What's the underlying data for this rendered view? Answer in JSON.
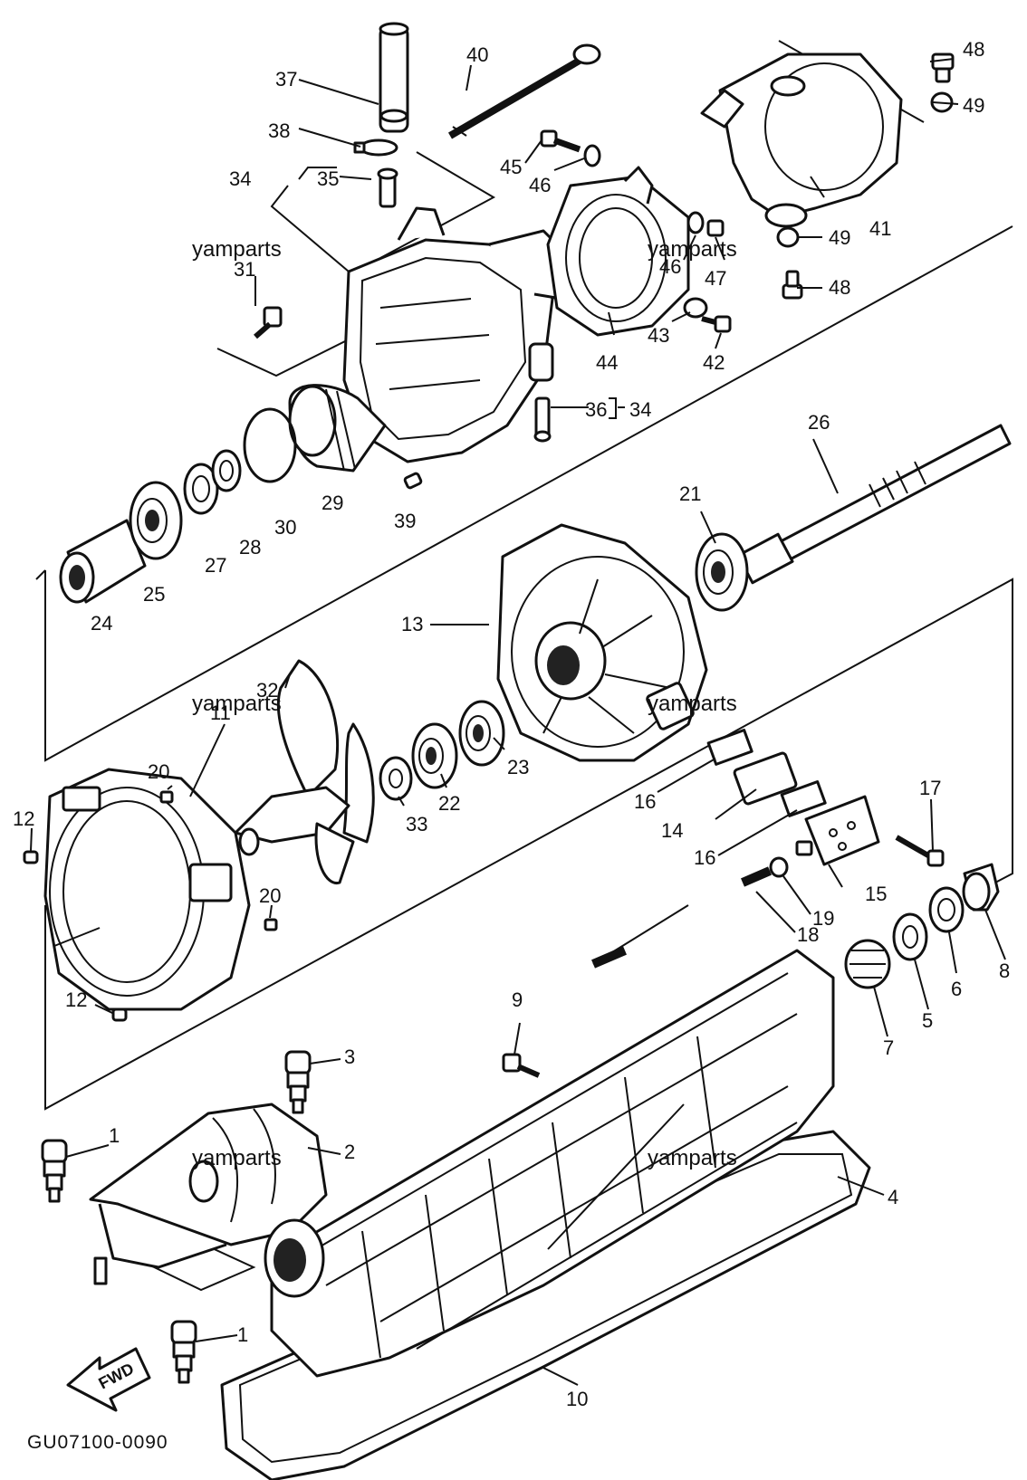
{
  "callouts": {
    "c1a": "1",
    "c1b": "1",
    "c2": "2",
    "c3": "3",
    "c4": "4",
    "c5": "5",
    "c6": "6",
    "c7": "7",
    "c8": "8",
    "c9": "9",
    "c10": "10",
    "c11": "11",
    "c12a": "12",
    "c12b": "12",
    "c13": "13",
    "c14": "14",
    "c15": "15",
    "c16a": "16",
    "c16b": "16",
    "c17": "17",
    "c18": "18",
    "c19": "19",
    "c20a": "20",
    "c20b": "20",
    "c21": "21",
    "c22": "22",
    "c23": "23",
    "c24": "24",
    "c25": "25",
    "c26": "26",
    "c27": "27",
    "c28": "28",
    "c29": "29",
    "c30": "30",
    "c31": "31",
    "c32": "32",
    "c33": "33",
    "c34a": "34",
    "c34b": "34",
    "c35": "35",
    "c36": "36",
    "c37": "37",
    "c38": "38",
    "c39": "39",
    "c40": "40",
    "c41": "41",
    "c42": "42",
    "c43": "43",
    "c44": "44",
    "c45": "45",
    "c46a": "46",
    "c46b": "46",
    "c47": "47",
    "c48a": "48",
    "c48b": "48",
    "c49a": "49",
    "c49b": "49"
  },
  "watermarks": [
    "yamparts",
    "yamparts",
    "yamparts",
    "yamparts",
    "yamparts",
    "yamparts"
  ],
  "direction_label": "FWD",
  "diagram_code": "GU07100-0090"
}
